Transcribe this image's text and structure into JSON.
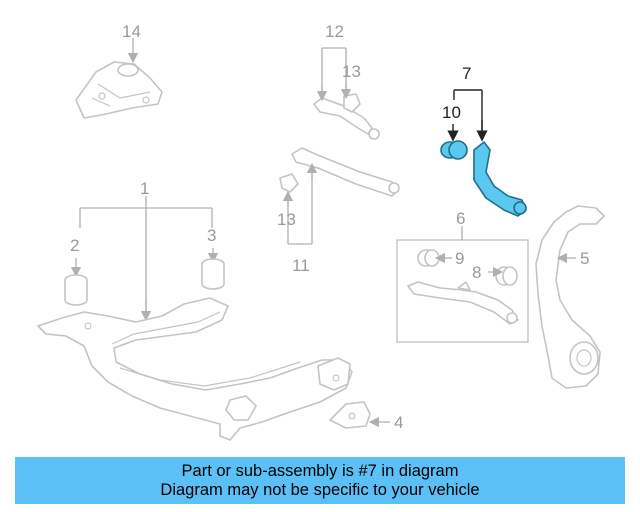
{
  "diagram": {
    "highlight_color": "#5bc8ef",
    "callouts": {
      "c1": "1",
      "c2": "2",
      "c3": "3",
      "c4": "4",
      "c5": "5",
      "c6": "6",
      "c7": "7",
      "c8": "8",
      "c9": "9",
      "c10": "10",
      "c11": "11",
      "c12": "12",
      "c13a": "13",
      "c13b": "13",
      "c14": "14"
    }
  },
  "banner": {
    "line1": "Part or sub-assembly is #7 in diagram",
    "line2": "Diagram may not be specific to your vehicle",
    "color": "#5bc0f5"
  }
}
